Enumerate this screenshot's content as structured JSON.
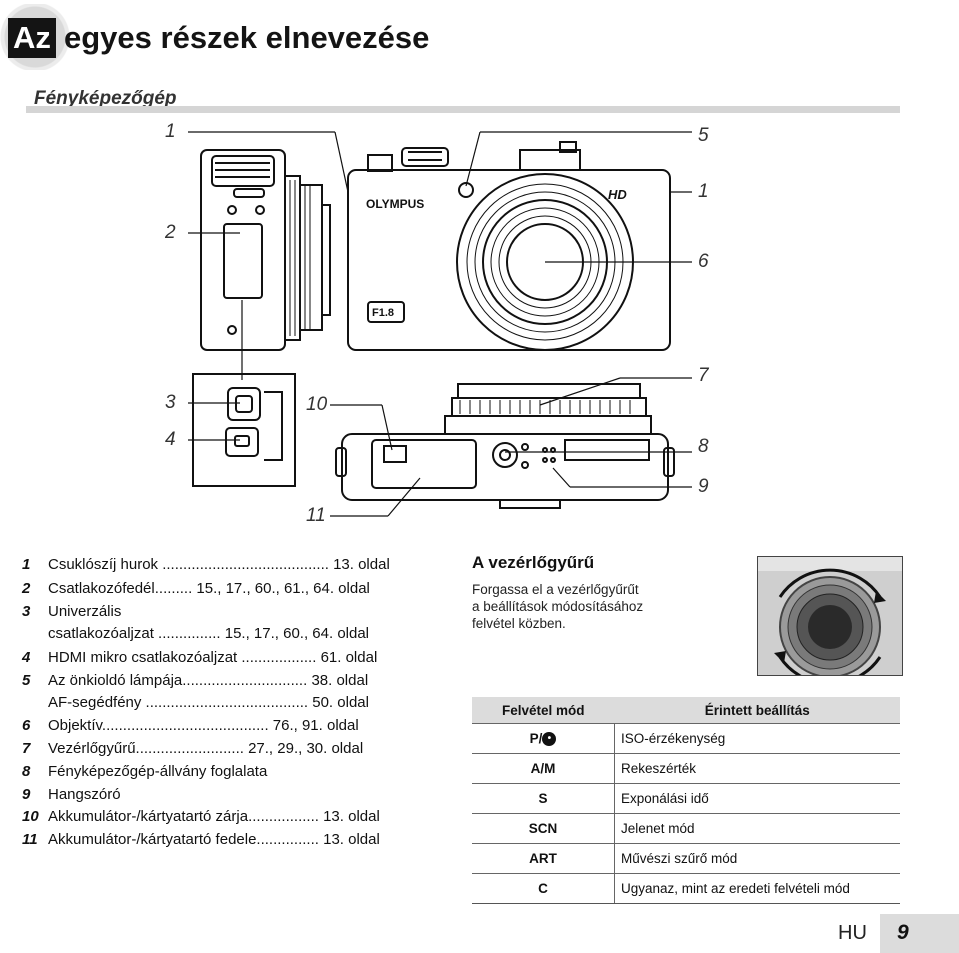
{
  "title": {
    "highlight": "Az",
    "rest": "egyes részek elnevezése"
  },
  "section_title": "Fényképezőgép",
  "brand": "OLYMPUS",
  "badge_hd": "HD",
  "badge_aperture": "F1.8",
  "callouts": [
    {
      "id": "c1a",
      "text": "1"
    },
    {
      "id": "c5",
      "text": "5"
    },
    {
      "id": "c1b",
      "text": "1"
    },
    {
      "id": "c2",
      "text": "2"
    },
    {
      "id": "c6",
      "text": "6"
    },
    {
      "id": "c7",
      "text": "7"
    },
    {
      "id": "c3",
      "text": "3"
    },
    {
      "id": "c10",
      "text": "10"
    },
    {
      "id": "c4",
      "text": "4"
    },
    {
      "id": "c8",
      "text": "8"
    },
    {
      "id": "c9",
      "text": "9"
    },
    {
      "id": "c11",
      "text": "11"
    }
  ],
  "legend": [
    {
      "num": "1",
      "text": "Csuklószíj hurok ........................................ 13. oldal"
    },
    {
      "num": "2",
      "text": "Csatlakozófedél......... 15., 17., 60., 61., 64. oldal"
    },
    {
      "num": "3",
      "text": "Univerzális"
    },
    {
      "num": "",
      "text": "csatlakozóaljzat ............... 15., 17., 60., 64. oldal"
    },
    {
      "num": "4",
      "text": "HDMI mikro csatlakozóaljzat .................. 61. oldal"
    },
    {
      "num": "5",
      "text": "Az önkioldó lámpája.............................. 38. oldal"
    },
    {
      "num": "",
      "text": "AF-segédfény ....................................... 50. oldal"
    },
    {
      "num": "6",
      "text": "Objektív........................................ 76., 91. oldal"
    },
    {
      "num": "7",
      "text": "Vezérlőgyűrű.......................... 27., 29., 30. oldal"
    },
    {
      "num": "8",
      "text": "Fényképezőgép-állvány foglalata"
    },
    {
      "num": "9",
      "text": "Hangszóró"
    },
    {
      "num": "10",
      "text": "Akkumulátor-/kártyatartó zárja................. 13. oldal"
    },
    {
      "num": "11",
      "text": "Akkumulátor-/kártyatartó fedele............... 13. oldal"
    }
  ],
  "dial_section": {
    "heading": "A vezérlőgyűrű",
    "description": "Forgassa el a vezérlőgyűrűt\na beállítások módosításához\nfelvétel közben."
  },
  "mode_table": {
    "headers": [
      "Felvétel mód",
      "Érintett beállítás"
    ],
    "rows": [
      {
        "mode": "P/",
        "setting": "ISO-érzékenység"
      },
      {
        "mode": "A/M",
        "setting": "Rekeszérték"
      },
      {
        "mode": "S",
        "setting": "Exponálási idő"
      },
      {
        "mode": "SCN",
        "setting": "Jelenet mód"
      },
      {
        "mode": "ART",
        "setting": "Művészi szűrő mód"
      },
      {
        "mode": "C",
        "setting": "Ugyanaz, mint az eredeti felvételi mód"
      }
    ]
  },
  "footer": {
    "lang": "HU",
    "page": "9"
  }
}
